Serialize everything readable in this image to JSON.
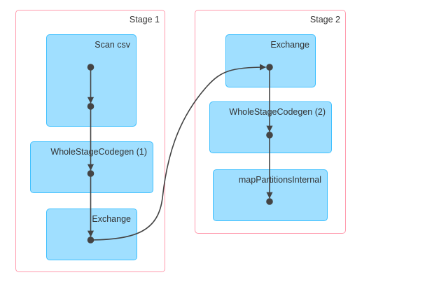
{
  "stages": [
    {
      "label": "Stage 1",
      "nodes": [
        {
          "label": "Scan csv"
        },
        {
          "label": "WholeStageCodegen (1)"
        },
        {
          "label": "Exchange"
        }
      ]
    },
    {
      "label": "Stage 2",
      "nodes": [
        {
          "label": "Exchange"
        },
        {
          "label": "WholeStageCodegen (2)"
        },
        {
          "label": "mapPartitionsInternal"
        }
      ]
    }
  ],
  "dag": {
    "edges": [
      {
        "from": "Scan csv",
        "to": "WholeStageCodegen (1)"
      },
      {
        "from": "WholeStageCodegen (1)",
        "to": "Exchange (Stage 1)"
      },
      {
        "from": "Exchange (Stage 1)",
        "to": "Exchange (Stage 2)"
      },
      {
        "from": "Exchange (Stage 2)",
        "to": "WholeStageCodegen (2)"
      },
      {
        "from": "WholeStageCodegen (2)",
        "to": "mapPartitionsInternal"
      }
    ],
    "operator_dot_count": 7
  },
  "colors": {
    "stage_border": "#FF99AC",
    "cluster_fill": "#A0DFFF",
    "cluster_border": "#3EC0FF",
    "edge_and_dots": "#444444",
    "label_text": "#333333",
    "background": "#ffffff"
  }
}
